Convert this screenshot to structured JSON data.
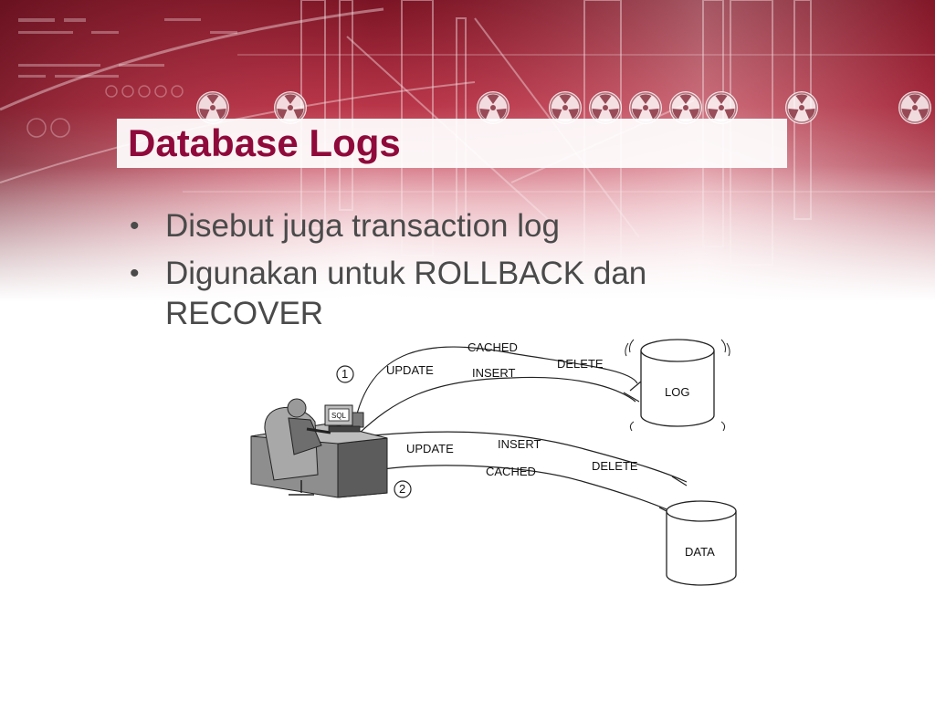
{
  "slide": {
    "title": "Database Logs",
    "bullets": [
      "Disebut juga transaction log",
      "Digunakan untuk ROLLBACK dan RECOVER"
    ]
  },
  "diagram": {
    "step_1": "1",
    "step_2": "2",
    "terminal_label": "SQL",
    "top_flow_labels": {
      "cached": "CACHED",
      "update": "UPDATE",
      "insert": "INSERT",
      "delete": "DELETE"
    },
    "bottom_flow_labels": {
      "update": "UPDATE",
      "insert": "INSERT",
      "cached": "CACHED",
      "delete": "DELETE"
    },
    "log_store": "LOG",
    "data_store": "DATA"
  },
  "colors": {
    "title": "#8f0a3a",
    "body_text": "#4a4a4a",
    "header_red": "#b8283f"
  },
  "icons": [
    "radiation-icon",
    "user-at-computer-illustration",
    "database-cylinder-icon"
  ]
}
